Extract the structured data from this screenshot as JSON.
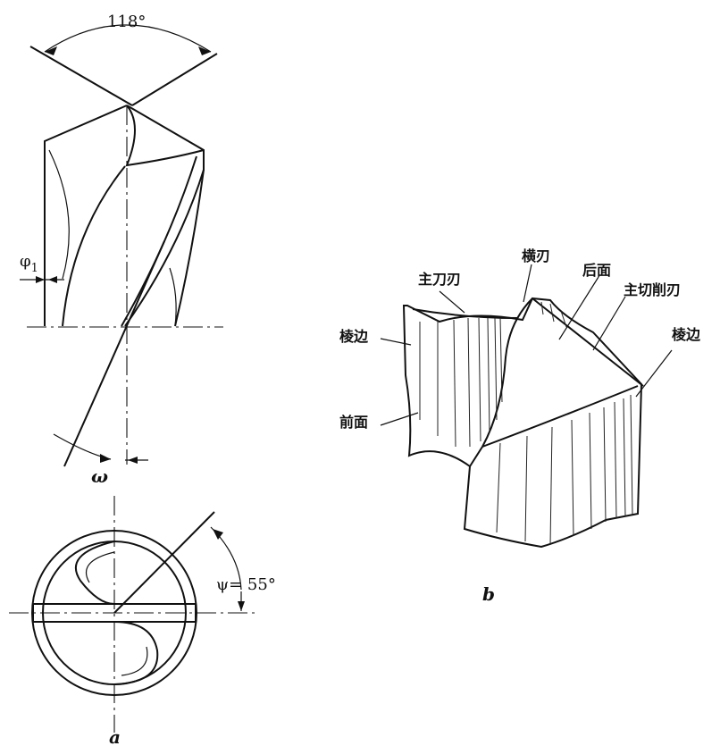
{
  "figure_a": {
    "point_angle": "118°",
    "phi_symbol": "φ",
    "phi_sub": "1",
    "omega": "ω",
    "helix_angle": "ψ= 55°",
    "caption": "a"
  },
  "figure_b": {
    "labels": {
      "main_edge_left": "主刀刃",
      "chisel_edge": "横刃",
      "flank": "后面",
      "main_cutting_edge": "主切削刃",
      "margin_left": "棱边",
      "margin_right": "棱边",
      "rake_face": "前面"
    },
    "caption": "b"
  }
}
